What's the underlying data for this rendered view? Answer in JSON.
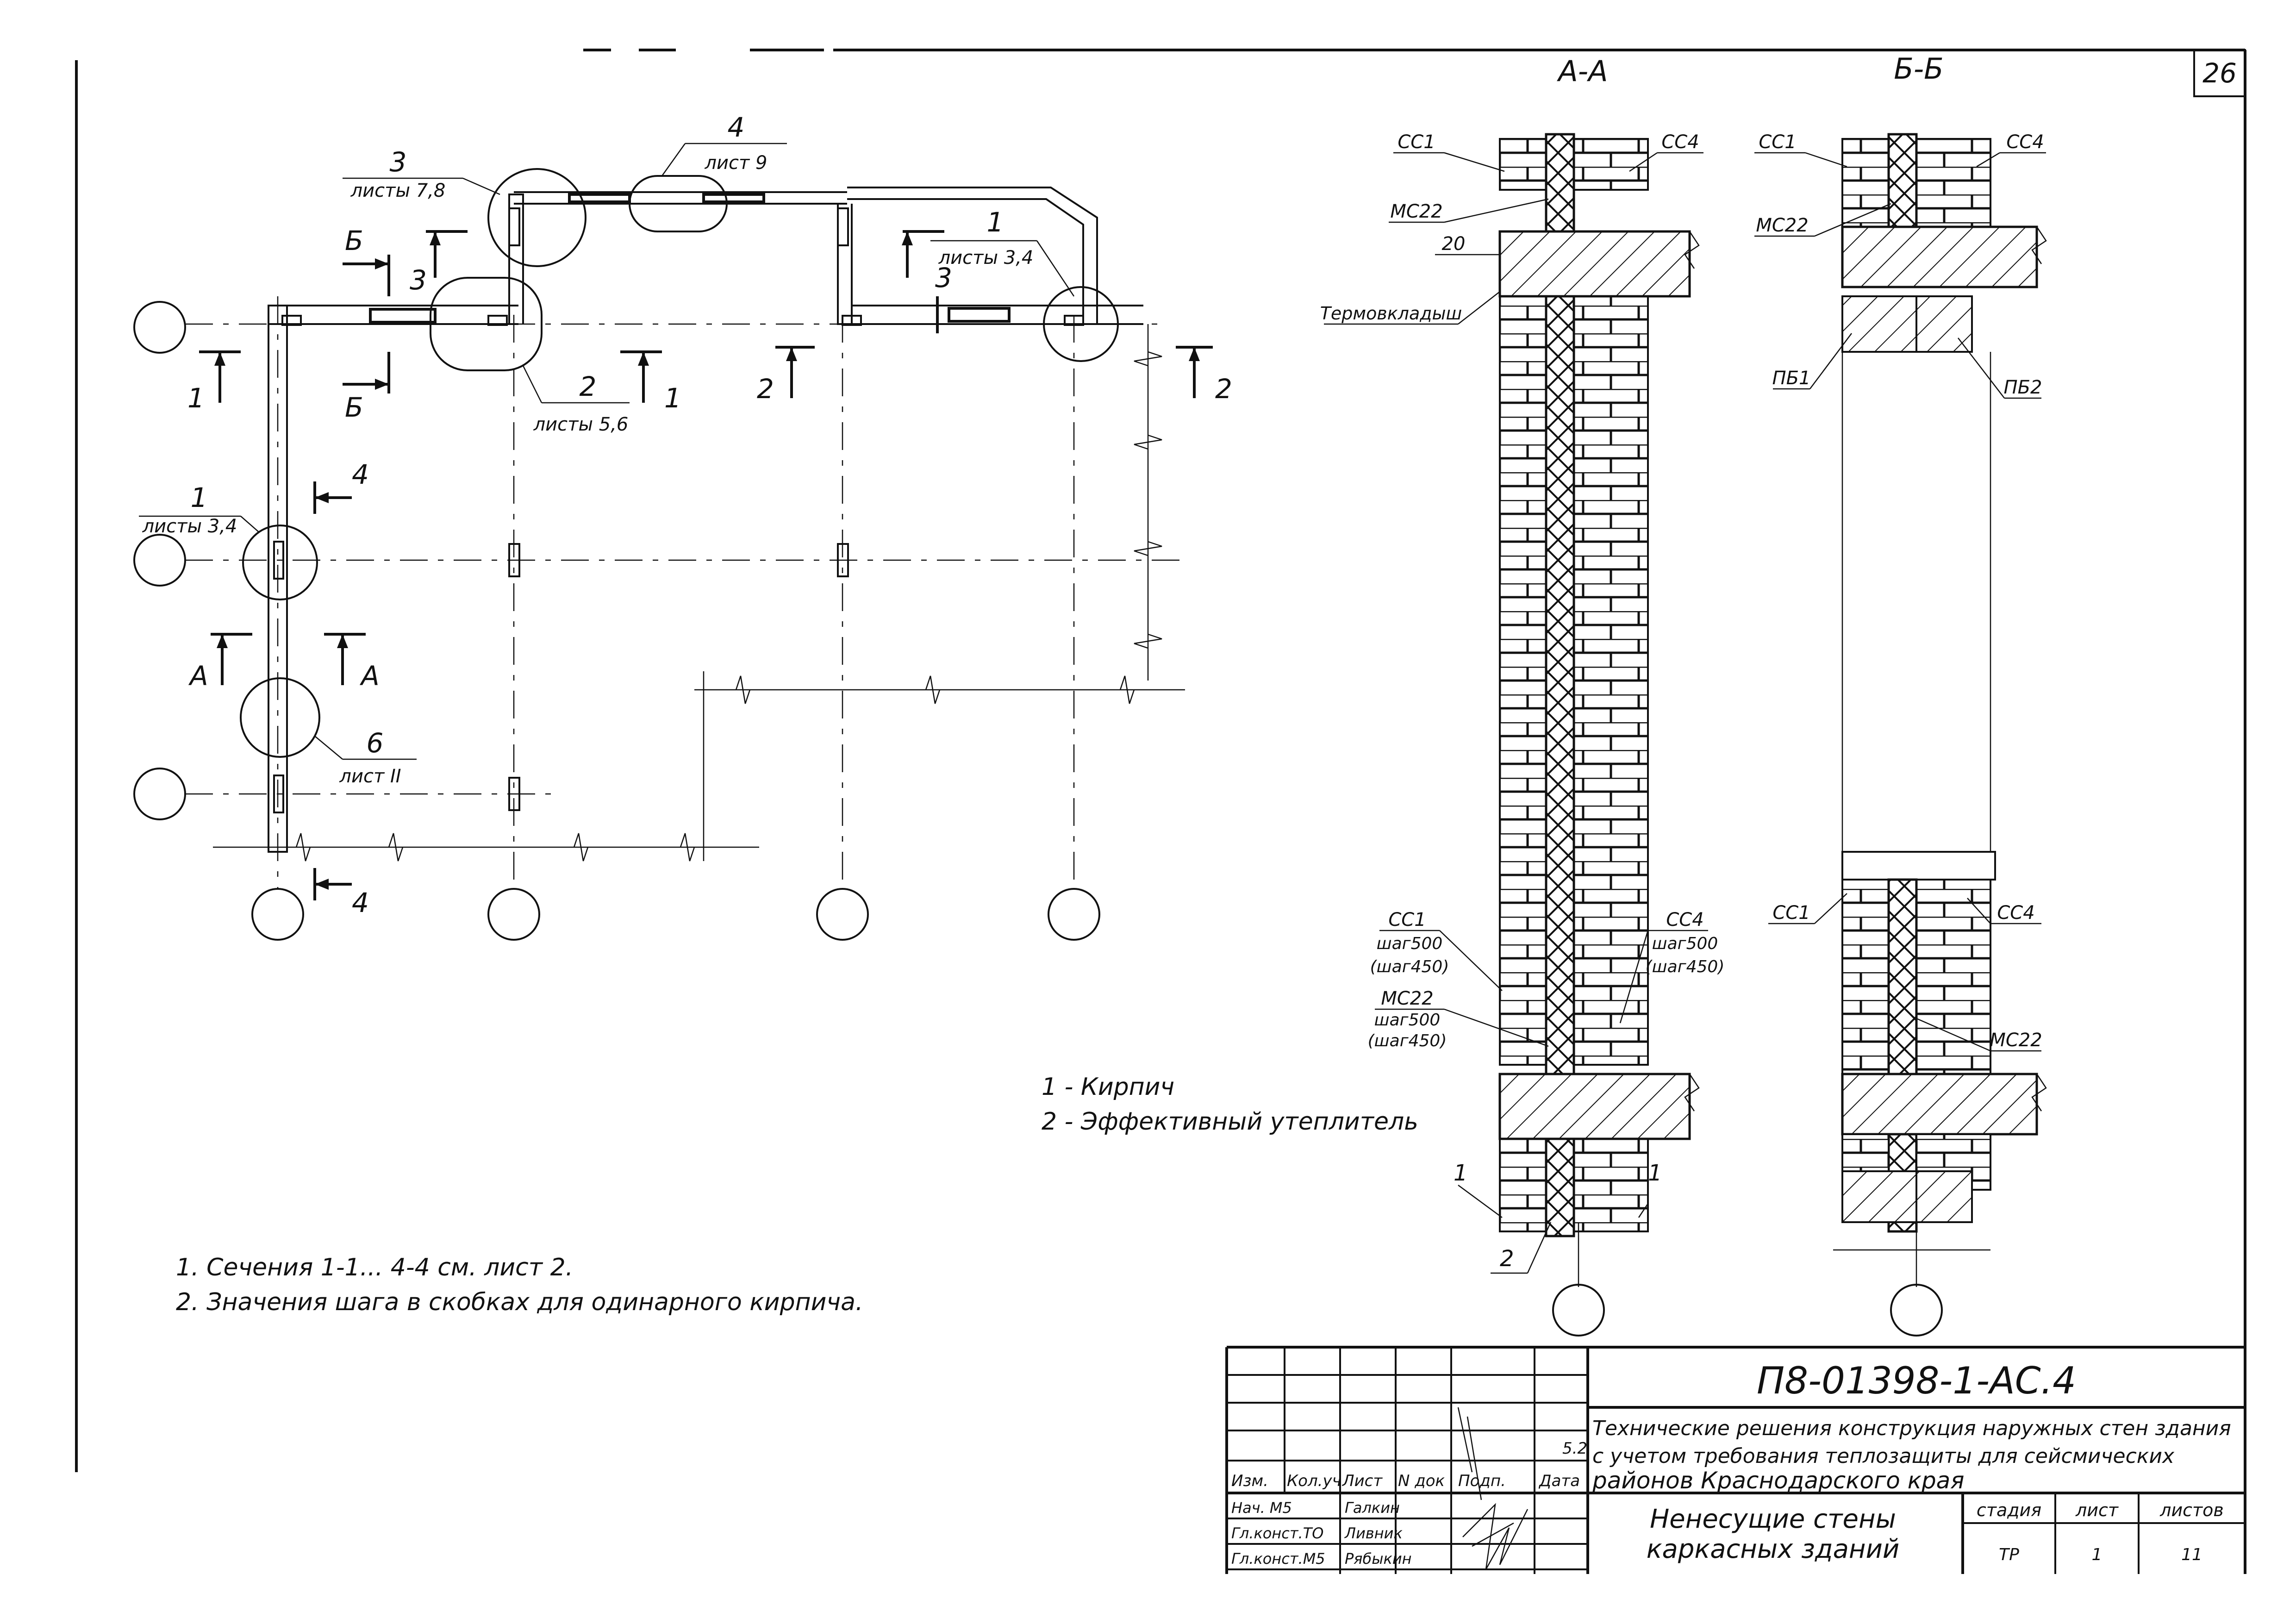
{
  "sheet_number": "26",
  "plan": {
    "callouts": [
      {
        "number": "4",
        "sheet": "лист 9"
      },
      {
        "number": "3",
        "sheet": "листы 7,8"
      },
      {
        "number": "1",
        "sheet": "листы 3,4"
      },
      {
        "number": "2",
        "sheet": "листы 5,6"
      },
      {
        "number": "1",
        "sheet": "листы 3,4"
      },
      {
        "number": "6",
        "sheet": "лист II"
      }
    ],
    "section_marks": {
      "b": "Б",
      "three": "3",
      "one": "1",
      "two": "2",
      "four": "4",
      "a": "А"
    }
  },
  "section_aa": {
    "title": "А-А",
    "labels": {
      "cc1": "СС1",
      "cc4": "СС4",
      "mc22": "МС22",
      "gap": "20",
      "thermal_inserts": "Термовкладыш",
      "step500": "шаг500",
      "step450": "(шаг450)",
      "pos1": "1",
      "pos2": "2"
    }
  },
  "section_bb": {
    "title": "Б-Б",
    "labels": {
      "cc1": "СС1",
      "cc4": "СС4",
      "mc22": "МС22",
      "pb1": "ПБ1",
      "pb2": "ПБ2"
    }
  },
  "legend": [
    "1 - Кирпич",
    "2 - Эффективный утеплитель"
  ],
  "notes": [
    "1. Сечения 1-1... 4-4 см.  лист 2.",
    "2. Значения шага в скобках для одинарного кирпича."
  ],
  "title_block": {
    "doc_code": "П8-01398-1-АС.4",
    "description_lines": [
      "Технические решения конструкция наружных стен здания",
      "с учетом требования теплозащиты для сейсмических",
      "районов Краснодарского края"
    ],
    "sheet_title_lines": [
      "Ненесущие стены",
      "каркасных зданий"
    ],
    "columns": {
      "izm": "Изм.",
      "kol": "Кол.уч",
      "list": "Лист",
      "ndok": "N док",
      "podp": "Подп.",
      "data": "Дата"
    },
    "rows": [
      {
        "role": "Нач. М5",
        "name": "Галкин"
      },
      {
        "role": "Гл.конст.ТО",
        "name": "Ливник"
      },
      {
        "role": "Гл.конст.М5",
        "name": "Рябыкин"
      }
    ],
    "stage_header": "стадия",
    "sheet_header": "лист",
    "sheets_header": "листов",
    "stage": "ТР",
    "sheet": "1",
    "sheets": "11",
    "margin_mark": "5.2"
  }
}
